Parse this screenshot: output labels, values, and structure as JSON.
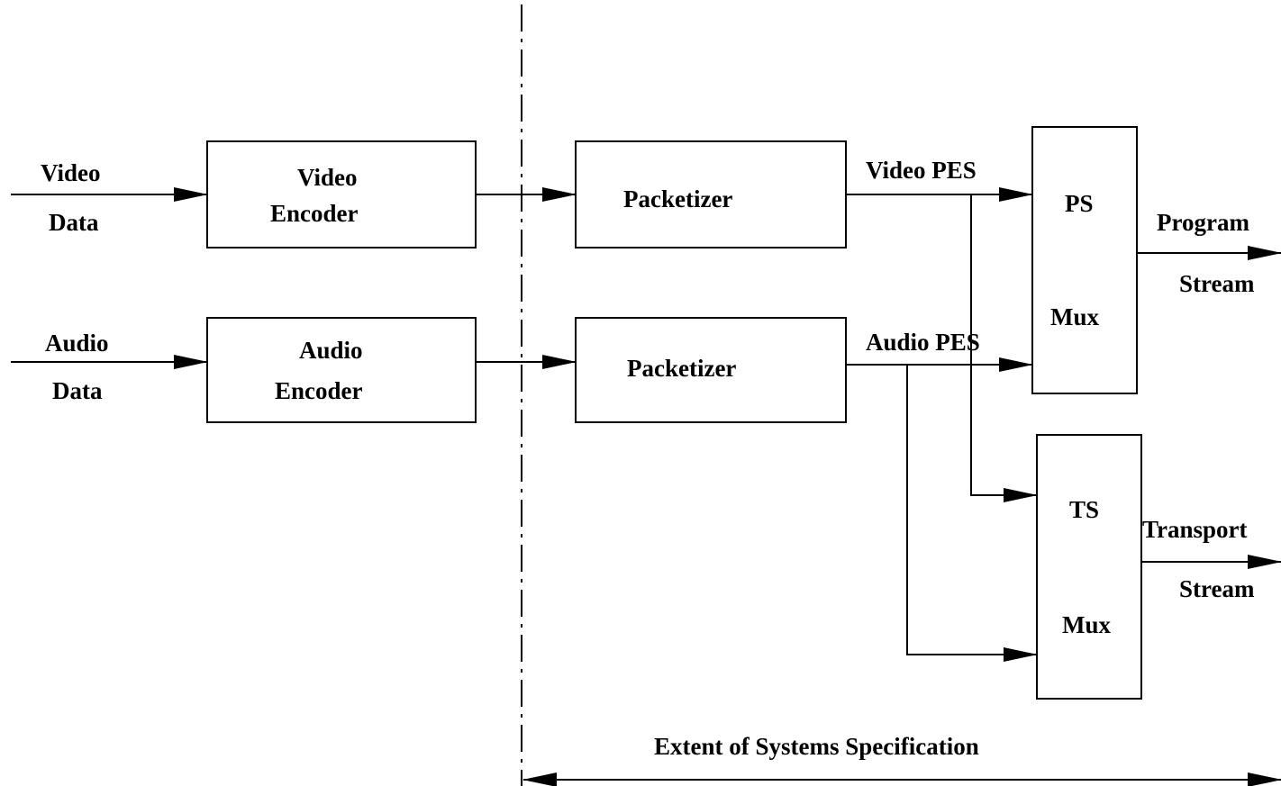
{
  "diagram": {
    "inputs": {
      "video": {
        "line1": "Video",
        "line2": "Data"
      },
      "audio": {
        "line1": "Audio",
        "line2": "Data"
      }
    },
    "encoders": {
      "video": {
        "line1": "Video",
        "line2": "Encoder"
      },
      "audio": {
        "line1": "Audio",
        "line2": "Encoder"
      }
    },
    "packetizers": {
      "video": "Packetizer",
      "audio": "Packetizer"
    },
    "streams": {
      "video_pes": "Video PES",
      "audio_pes": "Audio PES"
    },
    "muxes": {
      "ps": {
        "line1": "PS",
        "line2": "Mux"
      },
      "ts": {
        "line1": "TS",
        "line2": "Mux"
      }
    },
    "outputs": {
      "program": {
        "line1": "Program",
        "line2": "Stream"
      },
      "transport": {
        "line1": "Transport",
        "line2": "Stream"
      }
    },
    "extent_label": "Extent of Systems Specification",
    "colors": {
      "line": "#000000",
      "background": "#ffffff"
    }
  }
}
